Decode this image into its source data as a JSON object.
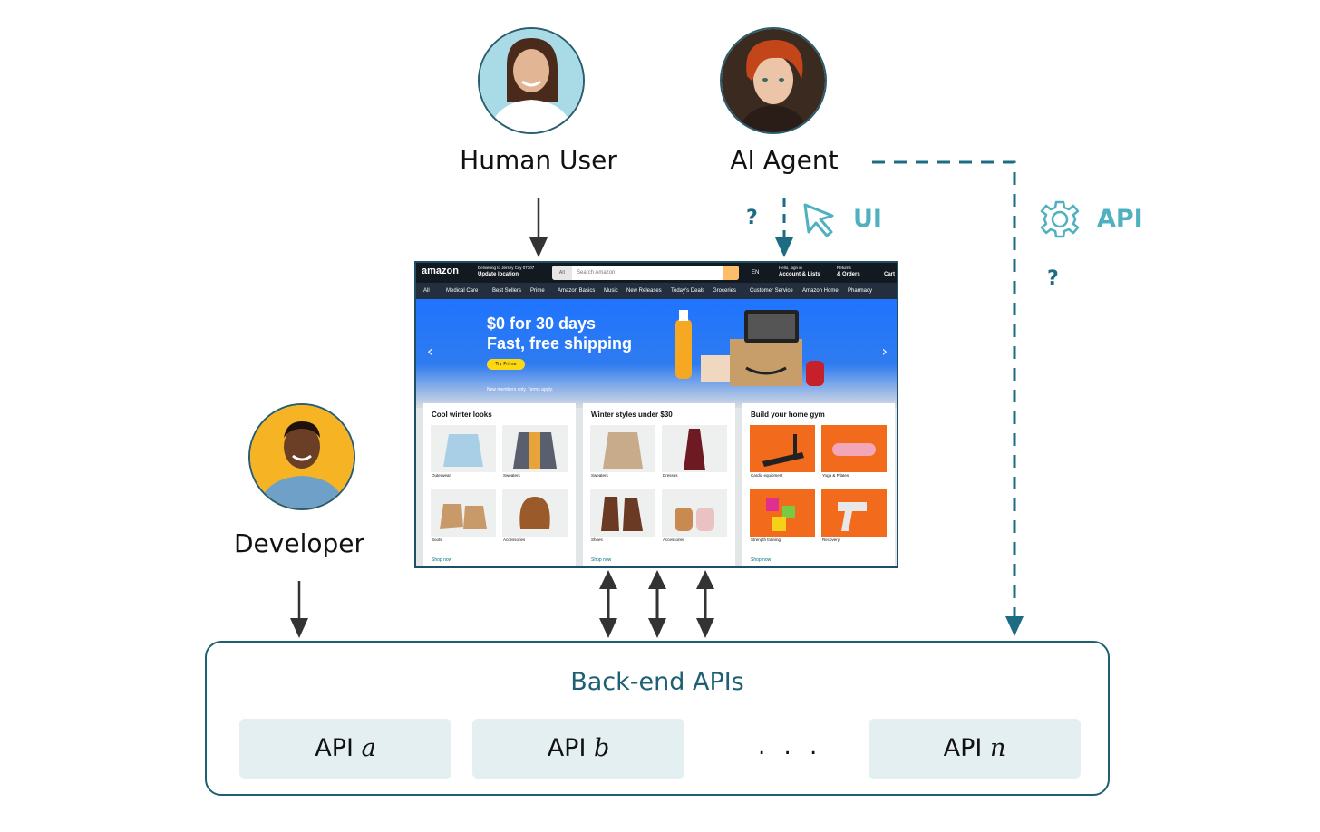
{
  "actors": {
    "human_user": "Human User",
    "ai_agent": "AI Agent",
    "developer": "Developer"
  },
  "modes": {
    "ui": "UI",
    "api": "API",
    "question_ui": "?",
    "question_api": "?"
  },
  "amazon": {
    "logo": "amazon",
    "deliver_line1": "Delivering to Jersey City 07307",
    "deliver_line2": "Update location",
    "search_category": "All",
    "search_placeholder": "Search Amazon",
    "lang": "EN",
    "account_line1": "Hello, sign in",
    "account_line2": "Account & Lists",
    "returns_line1": "Returns",
    "returns_line2": "& Orders",
    "cart": "Cart",
    "nav_items": [
      "All",
      "Medical Care",
      "Best Sellers",
      "Prime",
      "Amazon Basics",
      "Music",
      "New Releases",
      "Today's Deals",
      "Groceries",
      "Customer Service",
      "Amazon Home",
      "Pharmacy"
    ],
    "hero_line1": "$0 for 30 days",
    "hero_line2": "Fast, free shipping",
    "hero_button": "Try Prime",
    "hero_note": "New members only. Terms apply.",
    "cards": [
      {
        "title": "Cool winter looks",
        "tiles": [
          "Outerwear",
          "Sweaters",
          "Boots",
          "Accessories"
        ],
        "shop": "Shop now"
      },
      {
        "title": "Winter styles under $30",
        "tiles": [
          "Sweaters",
          "Dresses",
          "Shoes",
          "Accessories"
        ],
        "shop": "Shop now"
      },
      {
        "title": "Build your home gym",
        "tiles": [
          "Cardio equipment",
          "Yoga & Pilates",
          "Strength training",
          "Recovery"
        ],
        "shop": "Shop now"
      }
    ]
  },
  "backend": {
    "title": "Back-end APIs",
    "api_prefix": "API",
    "apis": [
      "a",
      "b",
      "n"
    ],
    "ellipsis": ". . ."
  },
  "colors": {
    "teal_dark": "#1e6b84",
    "teal_light": "#4fb0bf",
    "arrow_dark": "#333333"
  }
}
